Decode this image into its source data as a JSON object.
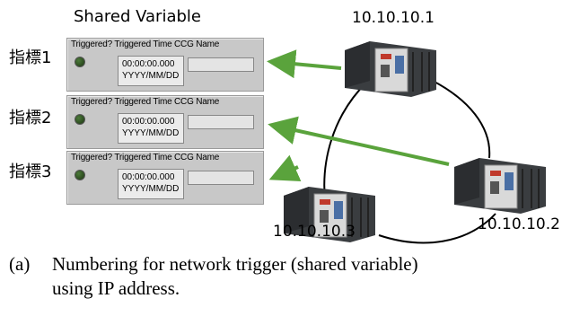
{
  "heading": "Shared Variable",
  "indicators": [
    {
      "label": "指標1",
      "header": "Triggered? Triggered Time CCG Name",
      "time": "00:00:00.000",
      "date": "YYYY/MM/DD"
    },
    {
      "label": "指標2",
      "header": "Triggered? Triggered Time CCG Name",
      "time": "00:00:00.000",
      "date": "YYYY/MM/DD"
    },
    {
      "label": "指標3",
      "header": "Triggered? Triggered Time CCG Name",
      "time": "00:00:00.000",
      "date": "YYYY/MM/DD"
    }
  ],
  "nodes": [
    {
      "ip": "10.10.10.1"
    },
    {
      "ip": "10.10.10.2"
    },
    {
      "ip": "10.10.10.3"
    }
  ],
  "caption": {
    "tag": "(a)",
    "line1": "Numbering for network trigger (shared variable)",
    "line2": "using IP address."
  },
  "colors": {
    "arrow": "#5aa33c",
    "panel": "#c8c8c8",
    "led": "#2e5220"
  }
}
